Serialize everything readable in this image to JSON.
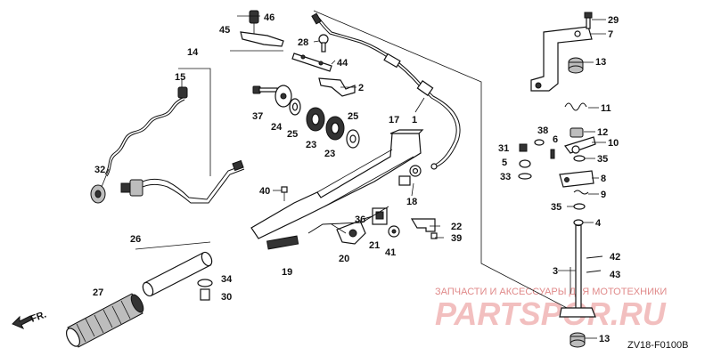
{
  "diagram": {
    "code": "ZV18-F0100B",
    "direction_label": "FR.",
    "watermark": {
      "line1": "ЗАПЧАСТИ И АКСЕССУАРЫ ДЛЯ МОТОТЕХНИКИ",
      "line2": "PARTSPOR.RU"
    },
    "labels": {
      "p1": "1",
      "p2": "2",
      "p3": "3",
      "p4": "4",
      "p5": "5",
      "p6": "6",
      "p7": "7",
      "p8": "8",
      "p9": "9",
      "p10": "10",
      "p11": "11",
      "p12": "12",
      "p13a": "13",
      "p13b": "13",
      "p14": "14",
      "p15": "15",
      "p17": "17",
      "p18": "18",
      "p19": "19",
      "p20": "20",
      "p21": "21",
      "p22": "22",
      "p23a": "23",
      "p23b": "23",
      "p24": "24",
      "p25a": "25",
      "p25b": "25",
      "p26": "26",
      "p27": "27",
      "p28": "28",
      "p29": "29",
      "p30": "30",
      "p31": "31",
      "p32": "32",
      "p33": "33",
      "p34": "34",
      "p35a": "35",
      "p35b": "35",
      "p36": "36",
      "p37": "37",
      "p38": "38",
      "p39": "39",
      "p40": "40",
      "p41": "41",
      "p42": "42",
      "p43": "43",
      "p44": "44",
      "p45": "45",
      "p46": "46"
    }
  }
}
